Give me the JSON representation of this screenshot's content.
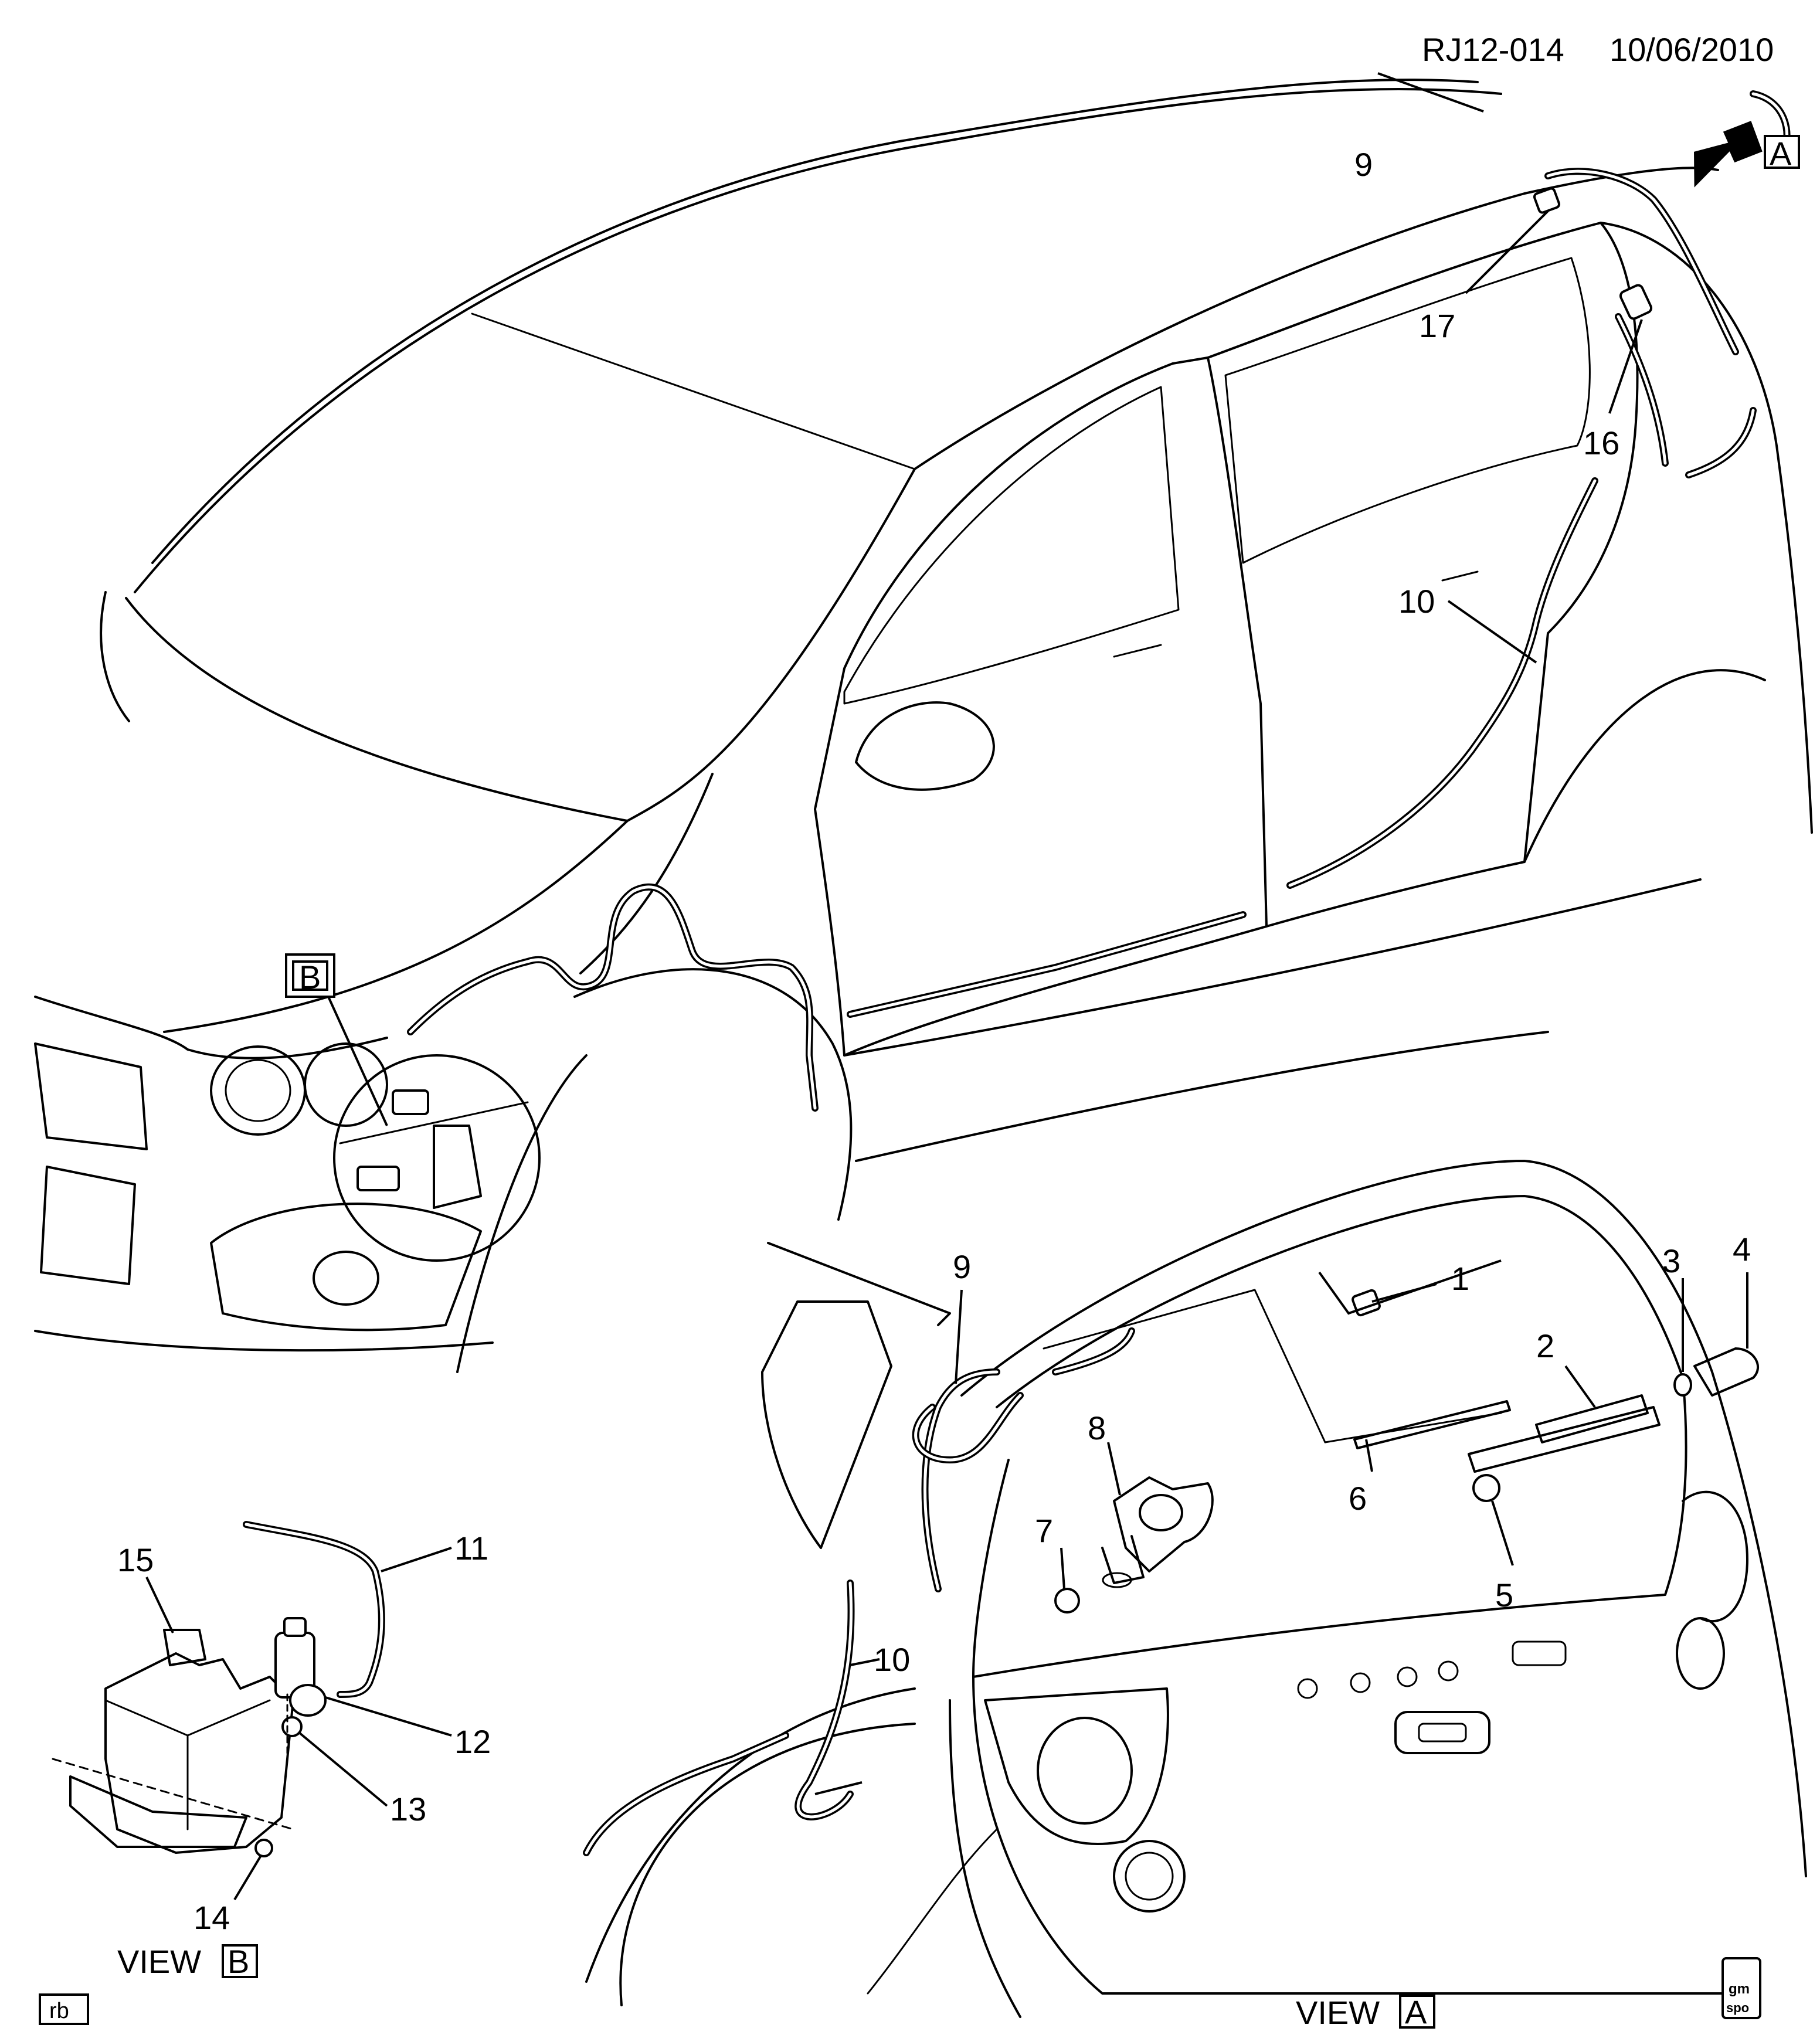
{
  "header": {
    "drawing_id": "RJ12-014",
    "date": "10/06/2010"
  },
  "callouts": {
    "c1": "1",
    "c2": "2",
    "c3": "3",
    "c4": "4",
    "c5": "5",
    "c6": "6",
    "c7": "7",
    "c8": "8",
    "c9_top": "9",
    "c9_view": "9",
    "c10_top": "10",
    "c10_view": "10",
    "c11": "11",
    "c12": "12",
    "c13": "13",
    "c14": "14",
    "c15": "15",
    "c16": "16",
    "c17": "17"
  },
  "view_refs": {
    "a_letter": "A",
    "b_letter": "B",
    "view_word": "VIEW",
    "view_a_letter": "A",
    "view_b_letter": "B"
  },
  "corner_tags": {
    "rb": "rb",
    "logo_top": "gm",
    "logo_bottom": "spo"
  }
}
